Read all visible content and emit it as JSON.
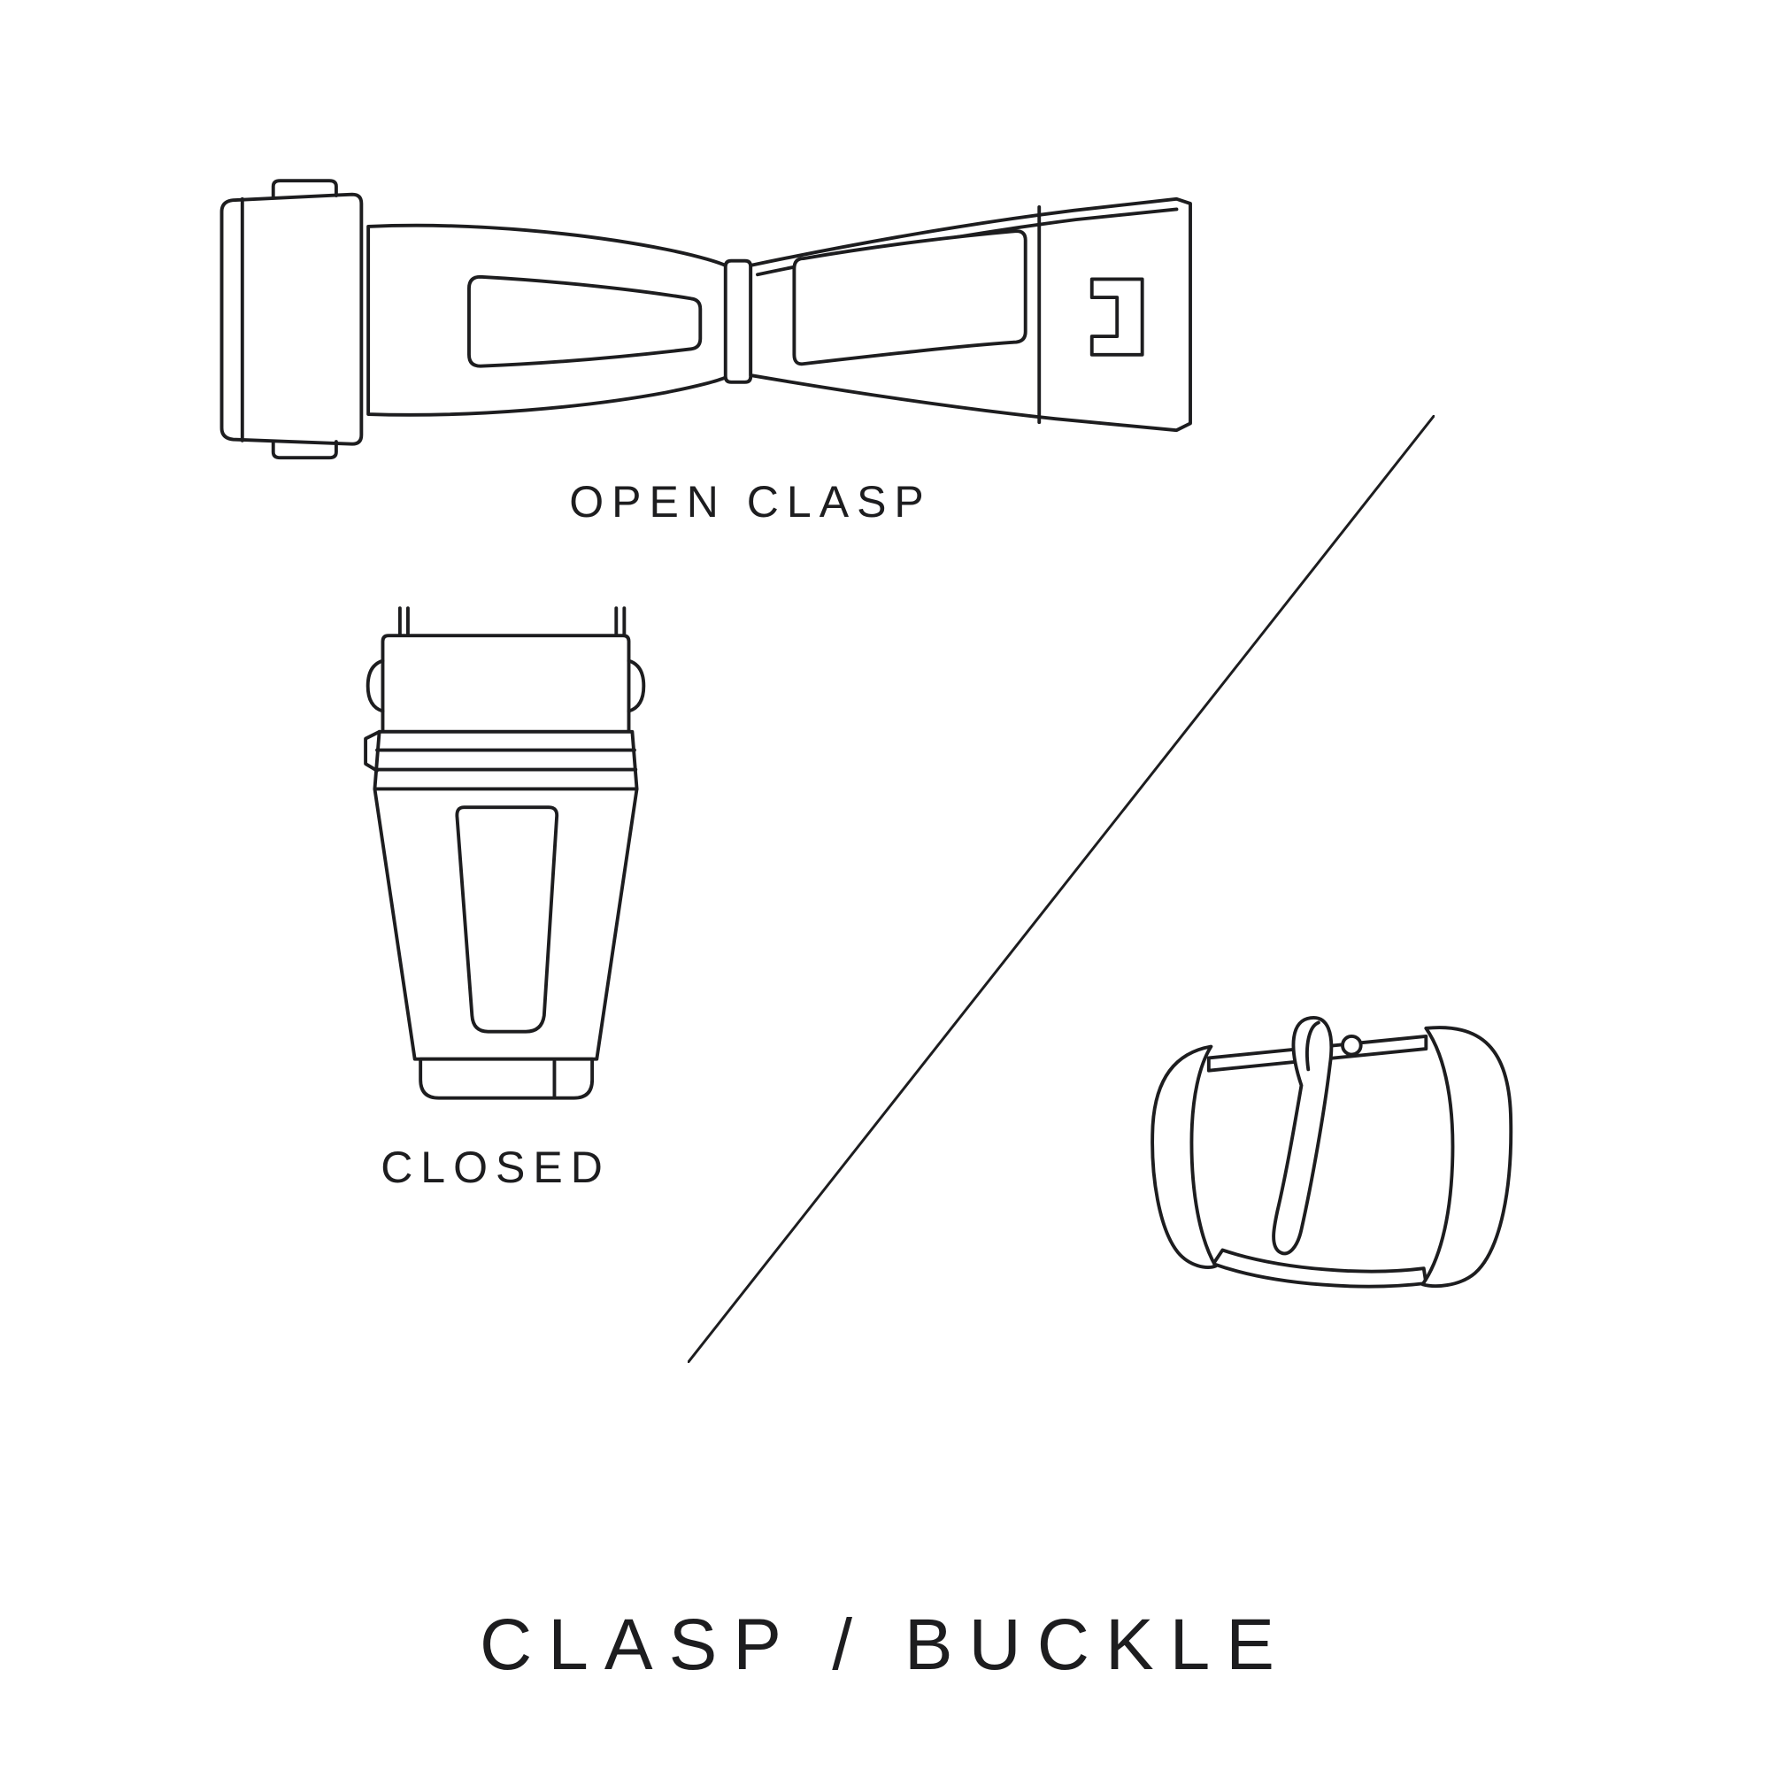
{
  "page": {
    "background_color": "#ffffff",
    "ink_color": "#1d1d1f",
    "title": "CLASP / BUCKLE"
  },
  "labels": {
    "open_clasp": "OPEN CLASP",
    "closed_clasp": "CLOSED"
  },
  "illustrations": {
    "open_clasp": "open-clasp-illustration",
    "closed_clasp": "closed-clasp-illustration",
    "tang_buckle": "tang-buckle-illustration",
    "divider": "diagonal-divider-line"
  }
}
